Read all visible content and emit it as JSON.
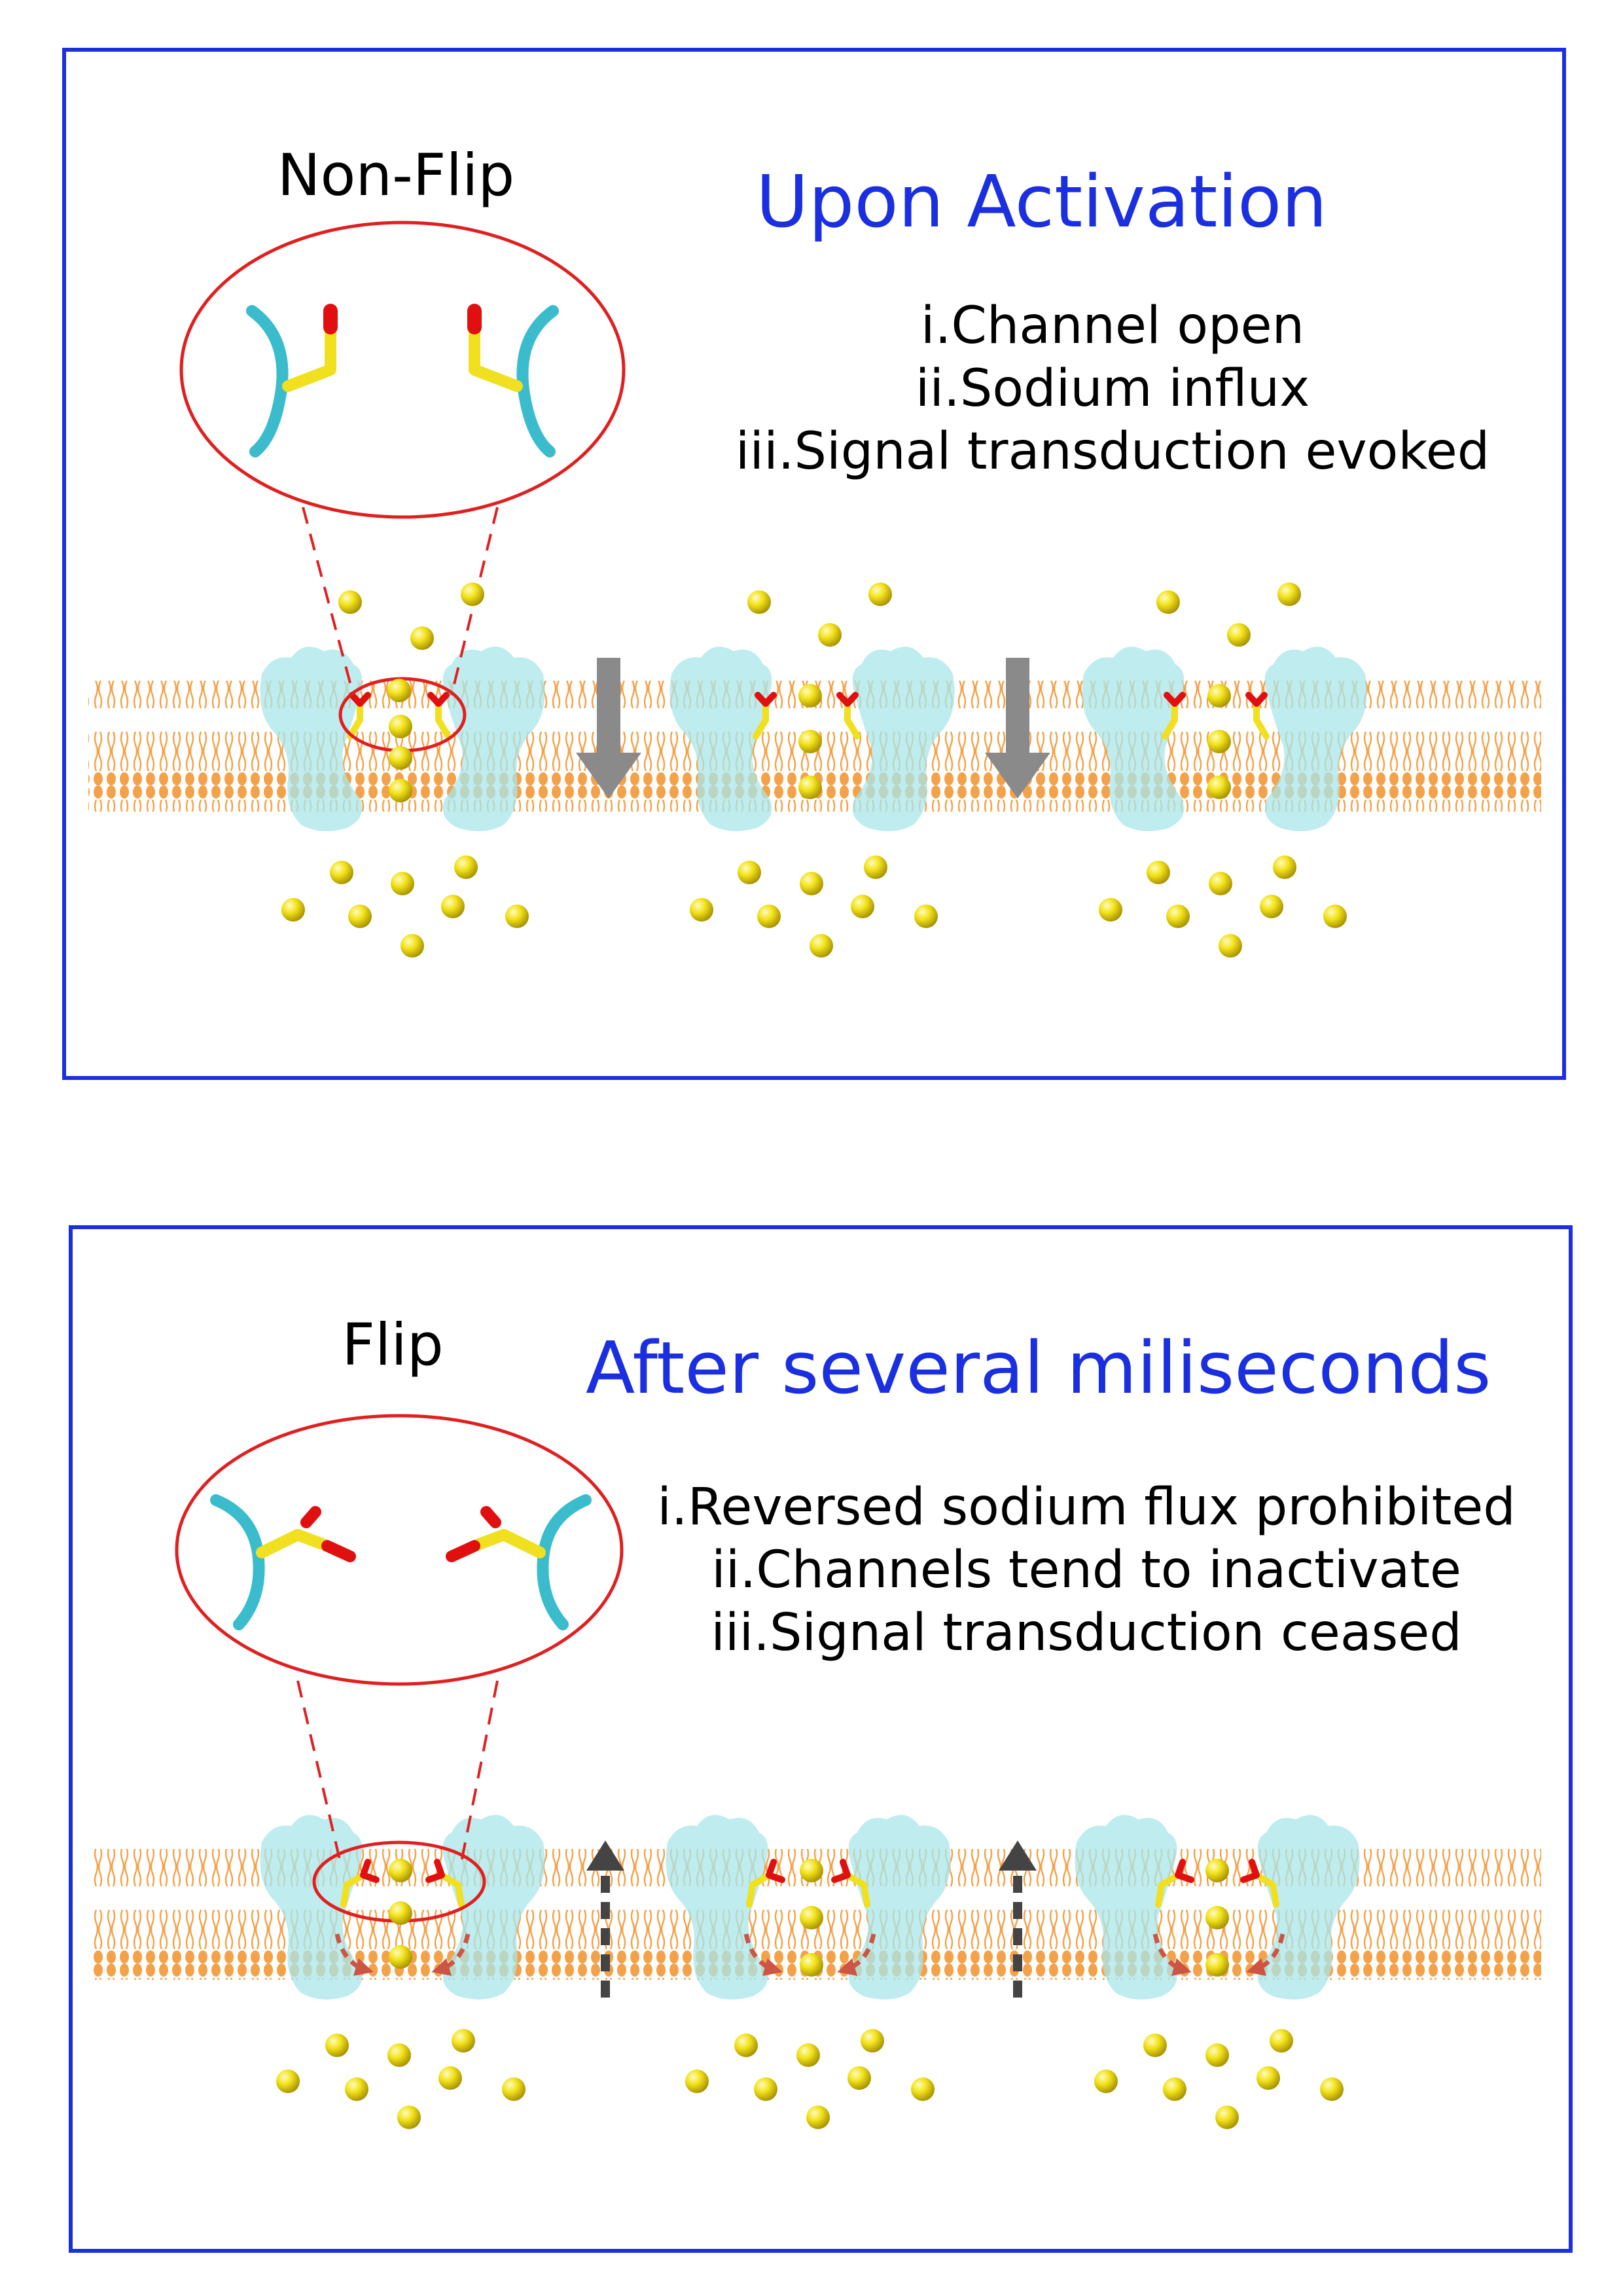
{
  "panels": [
    {
      "state_label": "Non-Flip",
      "heading": "Upon Activation",
      "points": [
        "i.Channel open",
        "ii.Sodium influx",
        "iii.Signal transduction evoked"
      ]
    },
    {
      "state_label": "Flip",
      "heading": "After several miliseconds",
      "points": [
        "i.Reversed sodium flux prohibited",
        "ii.Channels tend to inactivate",
        "iii.Signal transduction ceased"
      ]
    }
  ],
  "colors": {
    "frame": "#1a2fe0",
    "heading": "#1a2fe0",
    "membrane": "#f4a24a",
    "channel": "#a8e6ea",
    "sodium_ion": "#f2e21a",
    "magnifier": "#e02020",
    "residue_backbone": "#3bbccc",
    "residue_sidechain": "#f0e020",
    "residue_oxygen": "#e01010",
    "flow_arrow": "#8a8a8a",
    "blocked_arrow": "#444444",
    "flip_arrow": "#cc5544"
  }
}
